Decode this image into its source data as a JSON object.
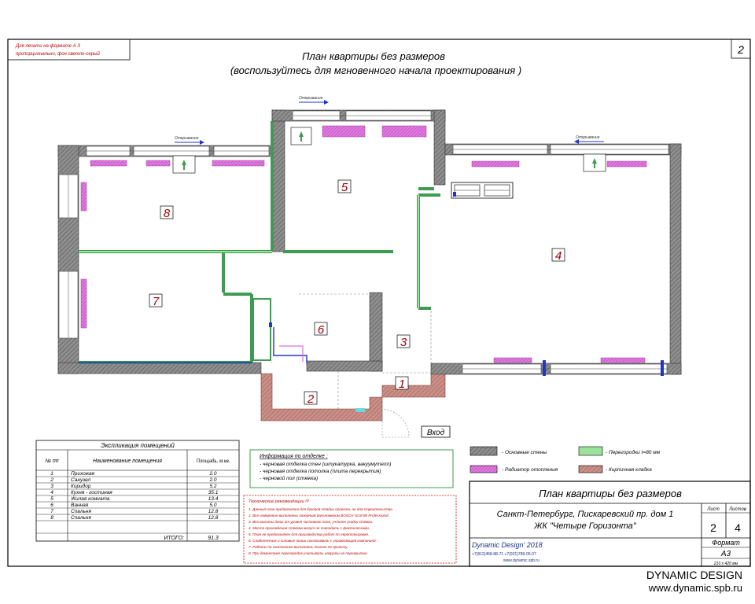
{
  "sheet": {
    "number": "2",
    "print_note_1": "Для печати на формате А 3",
    "print_note_2": "пропорционально, фон светло-серый",
    "title_line1": "План  квартиры без размеров",
    "title_line2": "(воспользуйтесь для мгновенного начала проектирования  )"
  },
  "plan": {
    "arrow_label": "Открывание",
    "entrance": "Вход",
    "rooms": [
      {
        "num": "1"
      },
      {
        "num": "2"
      },
      {
        "num": "3"
      },
      {
        "num": "4"
      },
      {
        "num": "5"
      },
      {
        "num": "6"
      },
      {
        "num": "7"
      },
      {
        "num": "8"
      }
    ]
  },
  "explication": {
    "title": "Экспликация помещений",
    "headers": [
      "№ пп",
      "Наименование помещения",
      "Площадь, м.кв."
    ],
    "rows": [
      [
        "1",
        "Прихожая",
        "2.0"
      ],
      [
        "2",
        "Санузел",
        "2.0"
      ],
      [
        "3",
        "Коридор",
        "5.2"
      ],
      [
        "4",
        "Кухня - гостиная",
        "35.1"
      ],
      [
        "5",
        "Жилая комната",
        "13.4"
      ],
      [
        "6",
        "Ванная",
        "5.0"
      ],
      [
        "7",
        "Спальня",
        "12.8"
      ],
      [
        "8",
        "Спальня",
        "12.8"
      ]
    ],
    "total_label": "ИТОГО:",
    "total_value": "91.3"
  },
  "finishing": {
    "title": "Информация по отделке :",
    "lines": [
      "- черновая отделка стен  (штукатурка, вакуумутепл)",
      "- черновая отделка потолка  (плита перекрытия)",
      "- черновой пол  (стяжка)"
    ]
  },
  "legend": [
    {
      "label": "- Основные стены",
      "color": "#9a9a9a"
    },
    {
      "label": "- Перегородки  t=80 мм",
      "color": "#9be39b"
    },
    {
      "label": "- Радиатор отопления",
      "color": "#d970d9"
    },
    {
      "label": "- Кирпичная кладка",
      "color": "#c98f88"
    }
  ],
  "notes": {
    "title": "Технические рекомендации  !!!",
    "lines": [
      "1. Данный план предназначен для базовой стадии  проекта, не для строительства.",
      "2. Все измерения выполнены лазерным дальномером  BOSCH GLM 80 Professional.",
      "3. Все высоты даны от уровня чистового пола, учтите усадку стяжки.",
      "4. Места прохождения стояков могут не совпадать с фактическими.",
      "5. План не предназначен для производства работ по перепланировке.",
      "6. Слаботочные и силовые линии согласовать  с управляющей компанией.",
      "7. Работы по сантехнике выполнять только по проекту.",
      "8. При демонтаже перегородок учитывать нагрузки на перекрытия."
    ]
  },
  "stamp": {
    "title": "План  квартиры без размеров",
    "address_line1": "Санкт-Петербург, Пискаревский пр. дом 1",
    "address_line2": "ЖК \"Четыре Горизонта\"",
    "sheet_label": "Лист",
    "sheets_label": "Листов",
    "sheet_value": "2",
    "sheets_value": "4",
    "company": "Dynamic Design' 2018",
    "phones": "+7(812)458-88-71   +7(921)789-05-07",
    "site_small": "www.dynamic.spb.ru",
    "format_label": "Формат",
    "format_value": "А3",
    "format_size": "210 х 420 мм"
  },
  "watermark": {
    "line1": "DYNAMIC DESIGN",
    "line2": "www.dynamic.spb.ru"
  },
  "colors": {
    "wall": "#9a9a9a",
    "partition": "#3f9a52",
    "radiator": "#d970d9",
    "brick": "#c98f88",
    "pipe": "#2233cc"
  }
}
